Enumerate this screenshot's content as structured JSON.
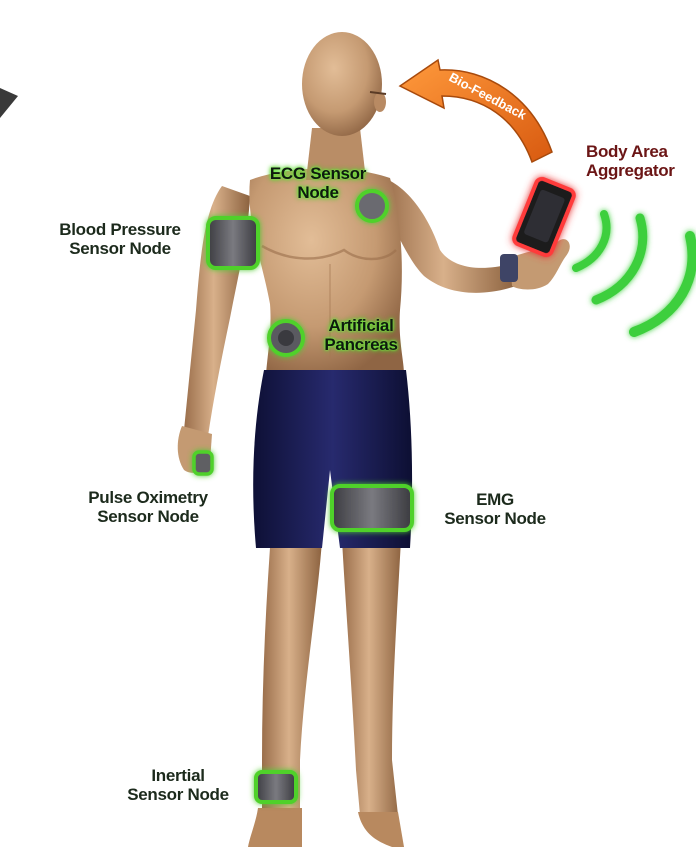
{
  "labels": {
    "bio_feedback": "Bio-Feedback",
    "body_area_aggregator": [
      "Body Area",
      "Aggregator"
    ],
    "ecg": [
      "ECG Sensor",
      "Node"
    ],
    "blood_pressure": [
      "Blood Pressure",
      "Sensor Node"
    ],
    "artificial_pancreas": [
      "Artificial",
      "Pancreas"
    ],
    "pulse_oximetry": [
      "Pulse Oximetry",
      "Sensor Node"
    ],
    "emg": [
      "EMG",
      "Sensor Node"
    ],
    "inertial": [
      "Inertial",
      "Sensor Node"
    ]
  },
  "colors": {
    "sensor_glow": "#4fd12a",
    "skin": "#c9a07a",
    "shorts": "#1b1d52",
    "sensor_band": "#5a5a5f",
    "arrow": "#f07a1e",
    "aggregator_glow": "#ff3b3b",
    "signal_waves": "#3ccf3c"
  },
  "icons": [
    "bio-feedback-arrow-icon",
    "smartphone-icon",
    "signal-waves-icon"
  ]
}
